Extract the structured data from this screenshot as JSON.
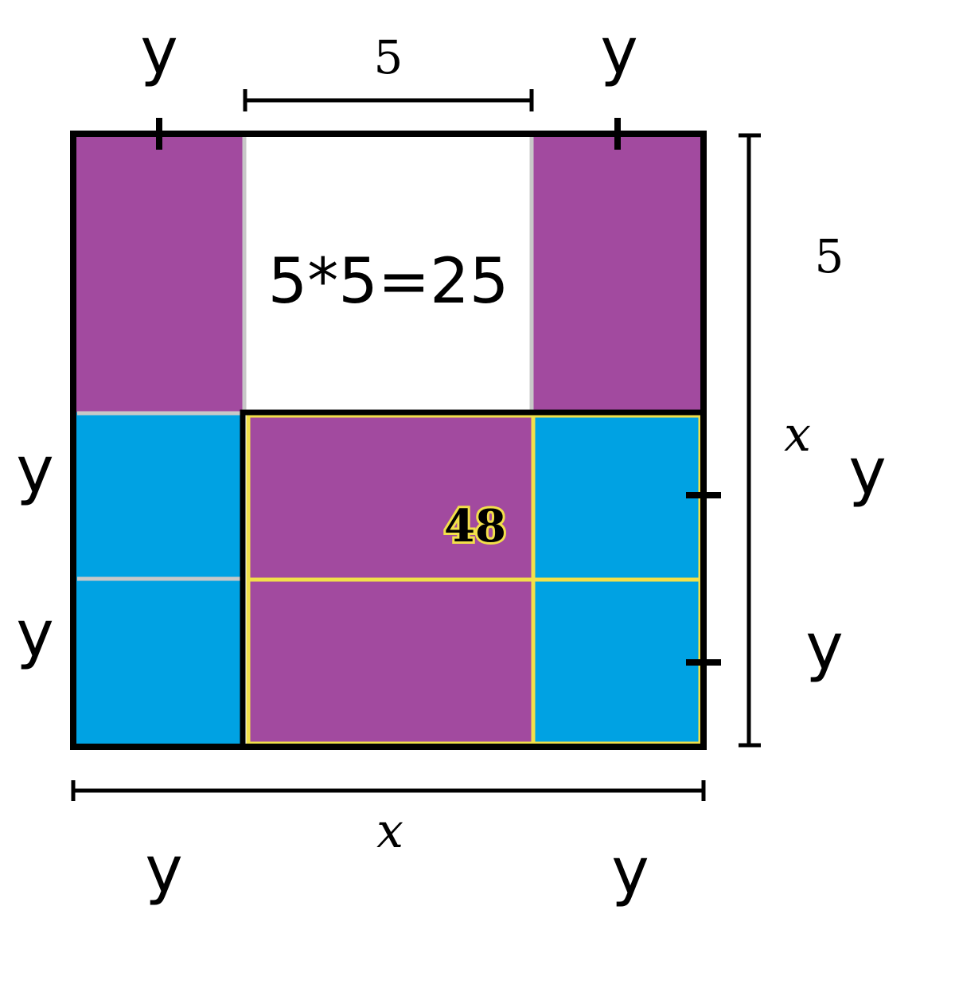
{
  "labels": {
    "top_y_left": "y",
    "top_five": "5",
    "top_y_right": "y",
    "right_five": "5",
    "right_x": "x",
    "right_y_upper": "y",
    "right_y_lower": "y",
    "left_y_upper": "y",
    "left_y_lower": "y",
    "bottom_x": "x",
    "bottom_y_left": "y",
    "bottom_y_right": "y",
    "center_equation": "5*5=25",
    "inner_area": "48"
  },
  "colors": {
    "purple": "#a24a9f",
    "blue": "#00a2e3",
    "yellow_border": "#f2e04a",
    "outline": "#000000",
    "divider_gray": "#c8c8c8",
    "background": "#ffffff"
  }
}
